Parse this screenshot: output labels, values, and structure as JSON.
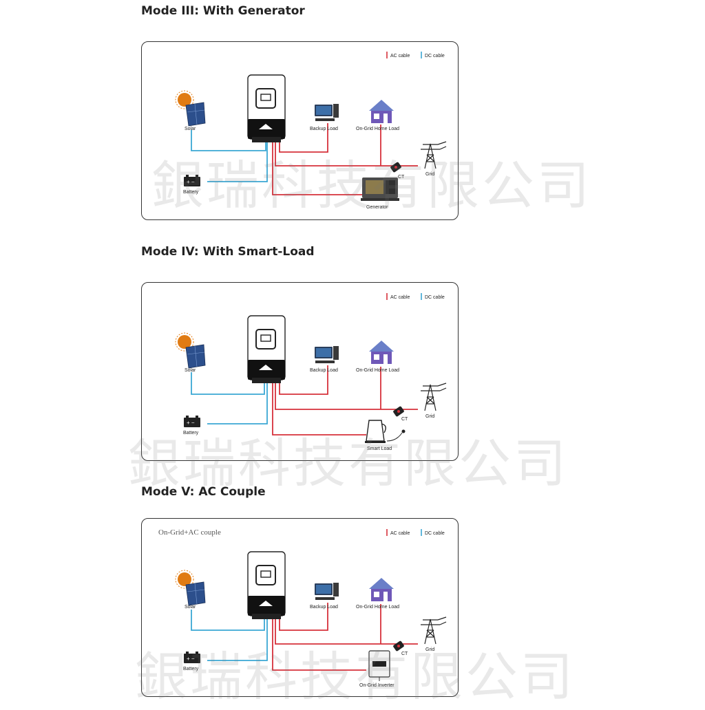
{
  "modes": [
    {
      "title": "Mode III: With Generator",
      "legend": {
        "ac": "AC cable",
        "dc": "DC cable"
      },
      "labels": {
        "solar": "Solar",
        "battery": "Battery",
        "backup": "Backup Load",
        "home": "On-Grid Home Load",
        "ct": "CT",
        "grid": "Grid",
        "extra": "Generator"
      }
    },
    {
      "title": "Mode IV: With Smart-Load",
      "legend": {
        "ac": "AC cable",
        "dc": "DC cable"
      },
      "labels": {
        "solar": "Solar",
        "battery": "Battery",
        "backup": "Backup Load",
        "home": "On-Grid Home Load",
        "ct": "CT",
        "grid": "Grid",
        "extra": "Smart Load"
      }
    },
    {
      "title": "Mode V: AC Couple",
      "subtitle": "On-Grid+AC couple",
      "legend": {
        "ac": "AC cable",
        "dc": "DC cable"
      },
      "labels": {
        "solar": "Solar",
        "battery": "Battery",
        "backup": "Backup Load",
        "home": "On-Grid Home Load",
        "ct": "CT",
        "grid": "Grid",
        "extra": "On-Grid Inverter"
      }
    }
  ],
  "watermark": "銀瑞科技有限公司",
  "colors": {
    "ac": "#d6303a",
    "dc": "#3aa7d4",
    "panel_border": "#333333"
  }
}
